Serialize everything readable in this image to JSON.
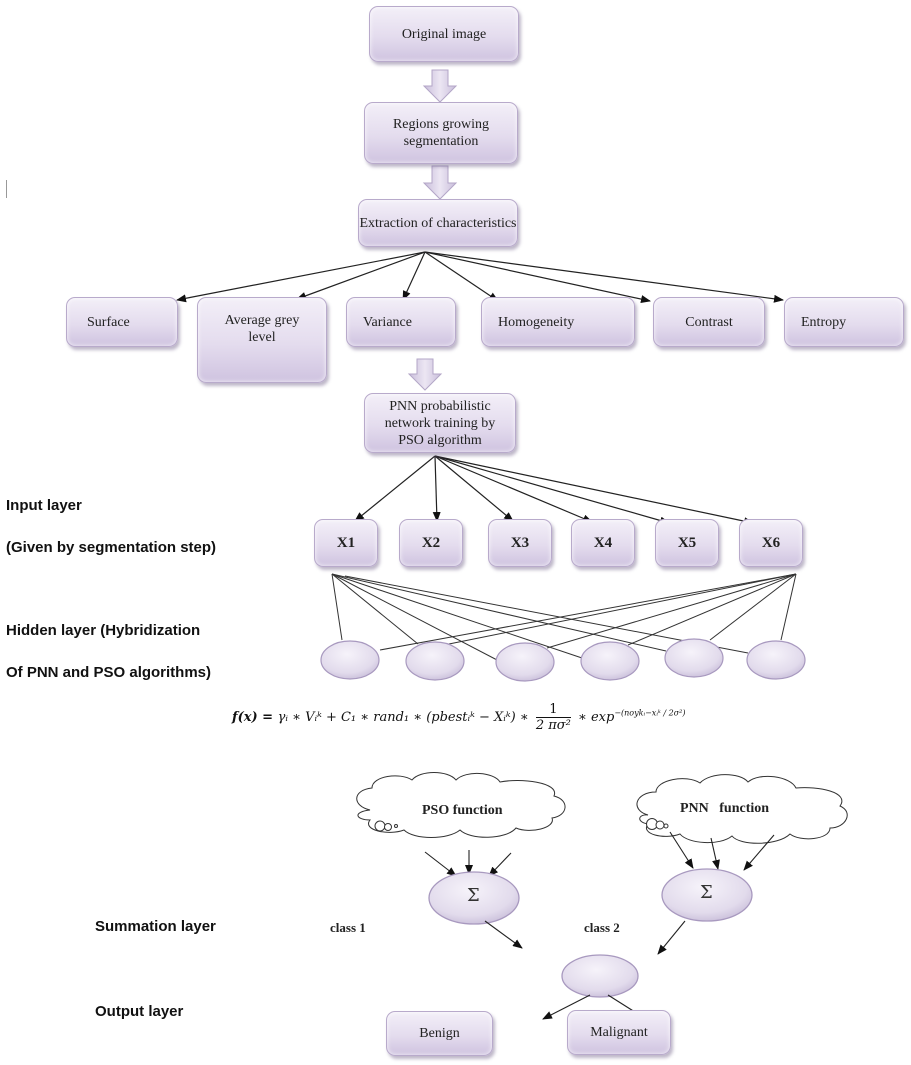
{
  "flow": {
    "original_image": "Original image",
    "region_growing": "Regions growing segmentation",
    "extraction": "Extraction of characteristics",
    "features": [
      "Surface",
      "Average grey level",
      "Variance",
      "Homogeneity",
      "Contrast",
      "Entropy"
    ],
    "pnn_training": "PNN probabilistic network training by PSO algorithm"
  },
  "side_labels": {
    "input_layer": "Input layer",
    "input_layer_sub": "(Given by segmentation step)",
    "hidden_layer": "Hidden layer (Hybridization",
    "hidden_layer_sub": "Of PNN and PSO algorithms)",
    "summation_layer": "Summation layer",
    "output_layer": "Output layer"
  },
  "inputs": [
    "X1",
    "X2",
    "X3",
    "X4",
    "X5",
    "X6"
  ],
  "formula": {
    "lhs": "f(x) = ",
    "part1": "γᵢ ∗ Vᵢᵏ + C₁ ∗ rand₁ ∗ (pbestᵢᵏ − Xᵢᵏ) ∗ ",
    "frac_num": "1",
    "frac_den": "2 πσ²",
    "part2": " ∗ exp",
    "exponent": "−(noykᵢ−xᵢᵏ / 2σ²)"
  },
  "clouds": {
    "pso": "PSO function",
    "pnn": "PNN   function"
  },
  "summation": {
    "symbol": "Σ",
    "class1": "class 1",
    "class2": "class 2"
  },
  "outputs": {
    "benign": "Benign",
    "malignant": "Malignant"
  }
}
